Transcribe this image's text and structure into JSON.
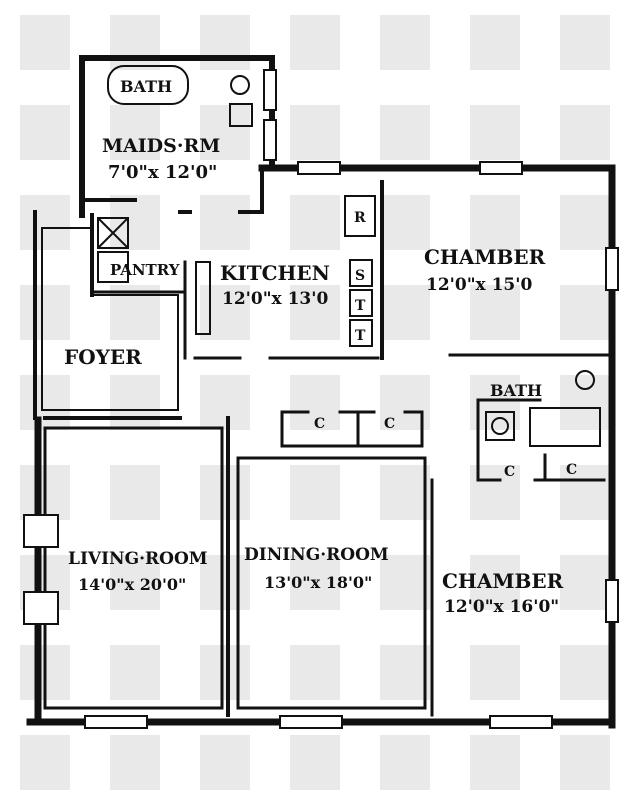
{
  "rooms": {
    "maids": {
      "name": "MAIDS·RM",
      "size": "7'0\"x 12'0\""
    },
    "kitchen": {
      "name": "KITCHEN",
      "size": "12'0\"x 13'0"
    },
    "pantry": {
      "name": "PANTRY"
    },
    "foyer": {
      "name": "FOYER"
    },
    "chamber_top": {
      "name": "CHAMBER",
      "size": "12'0\"x 15'0"
    },
    "chamber_bottom": {
      "name": "CHAMBER",
      "size": "12'0\"x 16'0\""
    },
    "bath_maids": {
      "name": "BATH"
    },
    "bath_main": {
      "name": "BATH"
    },
    "living": {
      "name": "LIVING·ROOM",
      "size": "14'0\"x 20'0\""
    },
    "dining": {
      "name": "DINING·ROOM",
      "size": "13'0\"x 18'0\""
    }
  },
  "fixtures": {
    "refrigerator": "R",
    "sink": "S",
    "tub1": "T",
    "tub2": "T"
  },
  "closets": [
    "C",
    "C",
    "C",
    "C"
  ]
}
